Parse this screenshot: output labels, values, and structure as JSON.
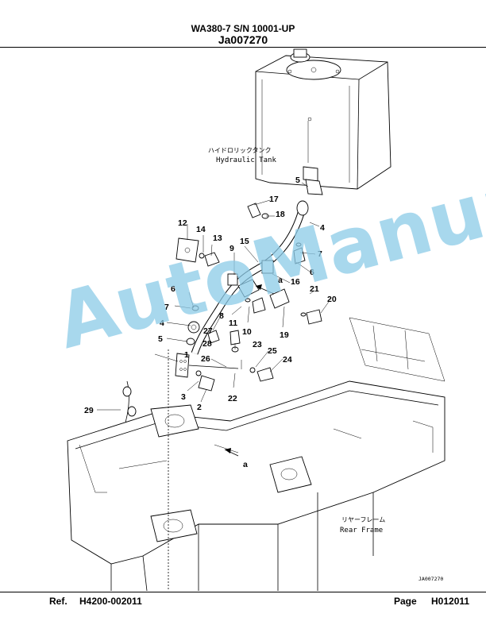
{
  "header": {
    "model_line": "WA380-7 S/N 10001-UP",
    "drawing_code": "Ja007270"
  },
  "footer": {
    "ref_label": "Ref.",
    "ref_value": "H4200-002011",
    "page_label": "Page",
    "page_value": "H012011"
  },
  "diagram": {
    "hydraulic_tank_jp": "ハイドロリックタンク",
    "hydraulic_tank_en": "Hydraulic Tank",
    "rear_frame_jp": "リヤーフレーム",
    "rear_frame_en": "Rear Frame",
    "drawing_tag": "JA007270",
    "section_mark_a": "a",
    "callouts": [
      "1",
      "2",
      "3",
      "4",
      "4",
      "5",
      "5",
      "6",
      "6",
      "7",
      "7",
      "8",
      "9",
      "10",
      "11",
      "12",
      "13",
      "14",
      "15",
      "16",
      "17",
      "18",
      "19",
      "20",
      "21",
      "22",
      "23",
      "24",
      "25",
      "26",
      "27",
      "28",
      "29"
    ]
  },
  "watermark": "AutoManual"
}
